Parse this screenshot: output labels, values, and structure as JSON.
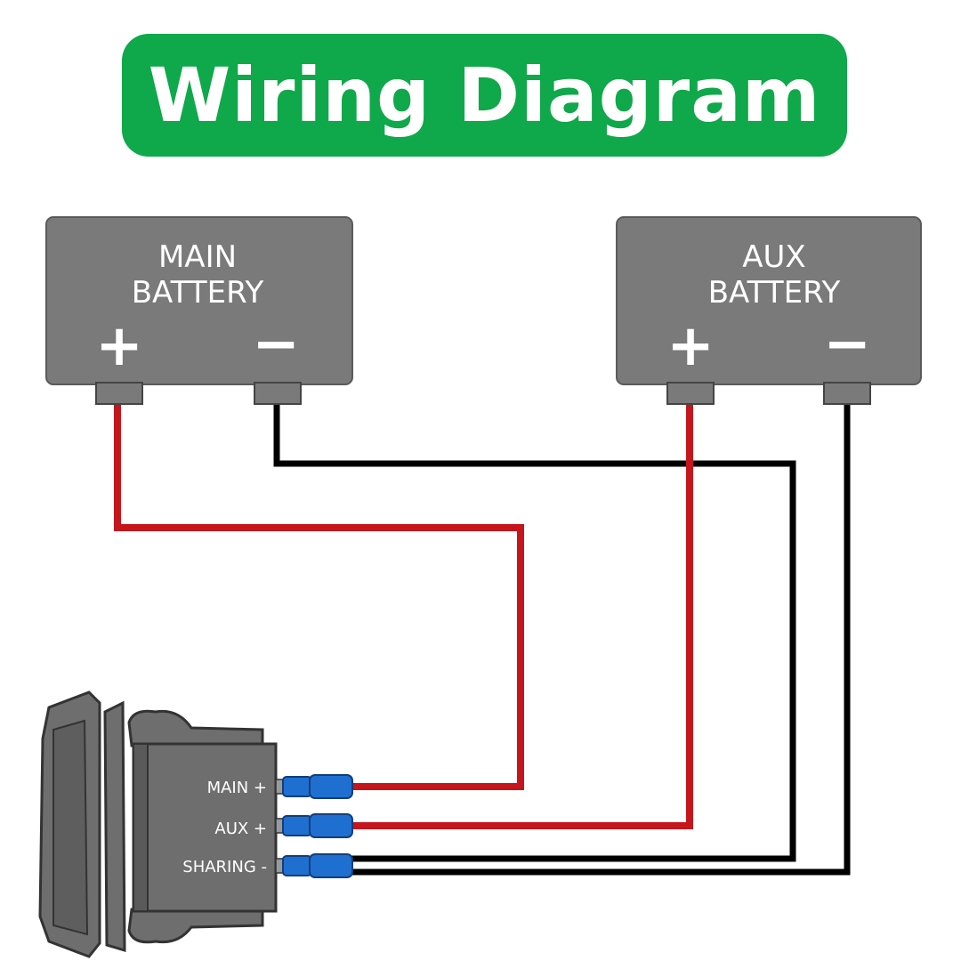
{
  "title": "Wiring Diagram",
  "colors": {
    "title_bg": "#0fa84a",
    "battery": "#7a7a7a",
    "positive_wire": "#c4161c",
    "negative_wire": "#000000",
    "connector": "#1f6fd1",
    "switch_body": "#6e6e6e"
  },
  "batteries": [
    {
      "line1": "MAIN",
      "line2": "BATTERY",
      "plus": "+",
      "minus": "−"
    },
    {
      "line1": "AUX",
      "line2": "BATTERY",
      "plus": "+",
      "minus": "−"
    }
  ],
  "switch": {
    "terminals": [
      "MAIN +",
      "AUX +",
      "SHARING -"
    ]
  }
}
